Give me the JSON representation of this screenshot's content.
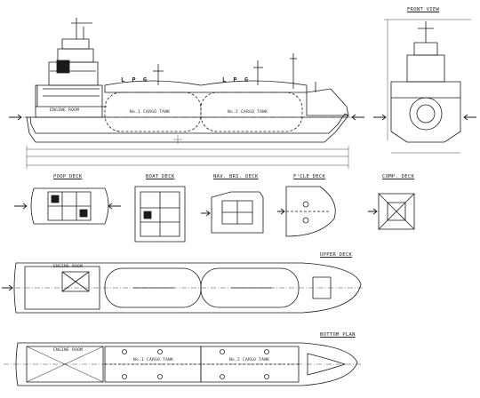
{
  "views": {
    "front_view": "FRONT VIEW",
    "poop_deck": "POOP DECK",
    "boat_deck": "BOAT DECK",
    "nav_bri_deck": "NAV. BRI. DECK",
    "fcle_deck": "F'CLE DECK",
    "comp_deck": "COMP. DECK",
    "upper_deck": "UPPER DECK",
    "bottom_plan": "BOTTOM PLAN"
  },
  "profile": {
    "hull_text_left": "L P G",
    "hull_text_right": "L P G"
  },
  "tanks": {
    "no1": "No.1 CARGO TANK",
    "no2": "No.2 CARGO TANK",
    "engine_room": "ENGINE ROOM"
  },
  "colors": {
    "line": "#1a1a1a",
    "paper": "#ffffff",
    "dim": "#555555"
  }
}
